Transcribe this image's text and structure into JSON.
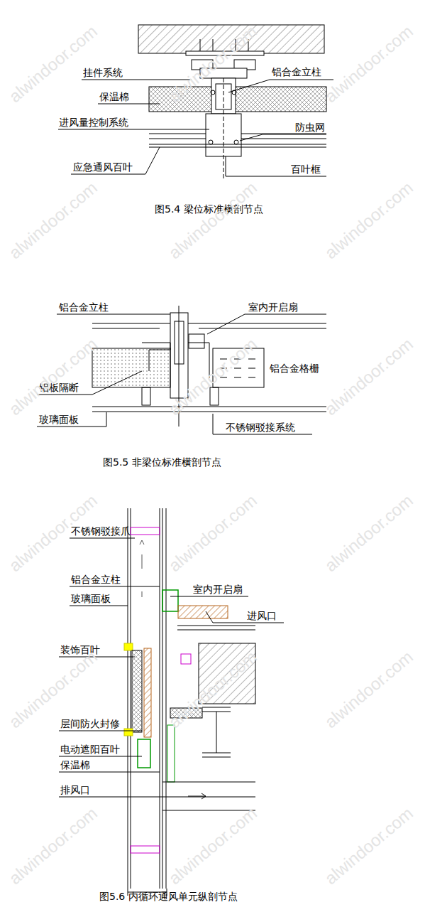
{
  "diagram": {
    "labels": [
      "挂件系统",
      "铝合金立柱",
      "保温棉",
      "进风量控制系统",
      "防虫网",
      "应急通风百叶",
      "百叶框",
      "图5.4 梁位标准横剖节点",
      "铝合金立柱",
      "室内开启扇",
      "铝合金格栅",
      "铝板隔断",
      "玻璃面板",
      "不锈钢驳接系统",
      "图5.5 非梁位标准横剖节点",
      "不锈钢驳接爪",
      "铝合金立柱",
      "室内开启扇",
      "玻璃面板",
      "进风口",
      "装饰百叶",
      "层间防火封修",
      "电动遮阳百叶",
      "保温棉",
      "排风口",
      "图5.6 内循环通风单元纵剖节点",
      "alwindoor.com",
      "alwindoor.com",
      "alwindoor.com",
      "alwindoor.com",
      "alwindoor.com",
      "alwindoor.com",
      "alwindoor.com",
      "alwindoor.com",
      "alwindoor.com",
      "alwindoor.com",
      "alwindoor.com",
      "alwindoor.com",
      "alwindoor.com",
      "alwindoor.com",
      "alwindoor.com",
      "alwindoor.com",
      "alwindoor.com",
      "alwindoor.com"
    ]
  }
}
